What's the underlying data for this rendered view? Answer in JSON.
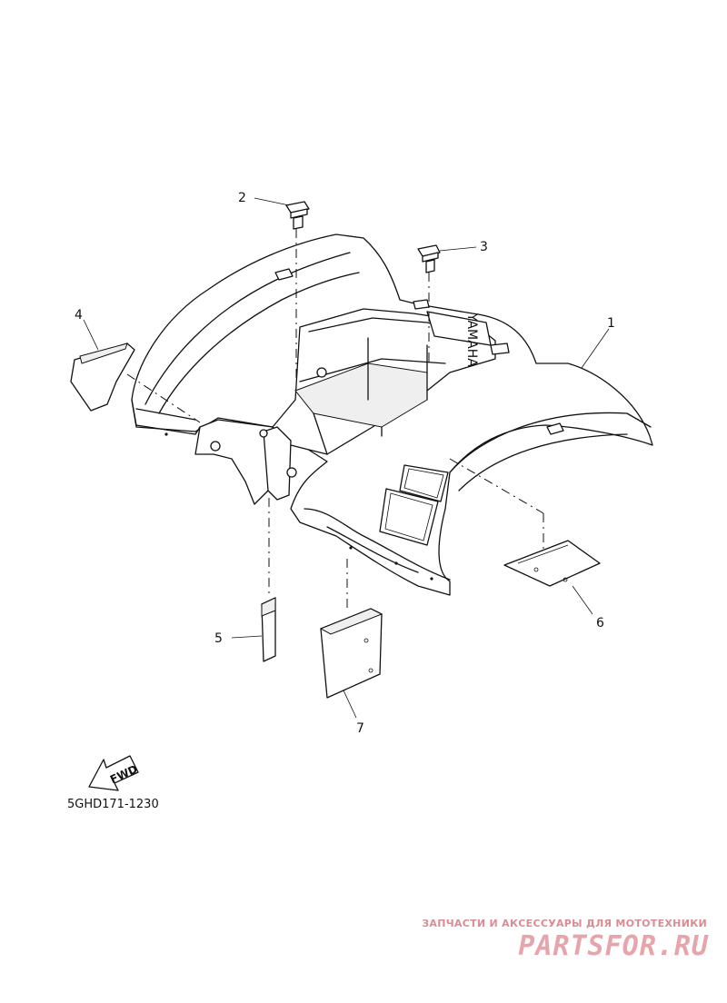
{
  "diagram": {
    "callouts": {
      "part1": "1",
      "part2": "2",
      "part3": "3",
      "part4": "4",
      "part5": "5",
      "part6": "6",
      "part7": "7"
    },
    "fwd_label": "FWD",
    "drawing_code": "5GHD171-1230",
    "brand_mark": "YAMAHA"
  },
  "watermark": {
    "tagline": "ЗАПЧАСТИ И АКСЕССУАРЫ ДЛЯ МОТОТЕХНИКИ",
    "site": "PARTSFOR.RU"
  }
}
